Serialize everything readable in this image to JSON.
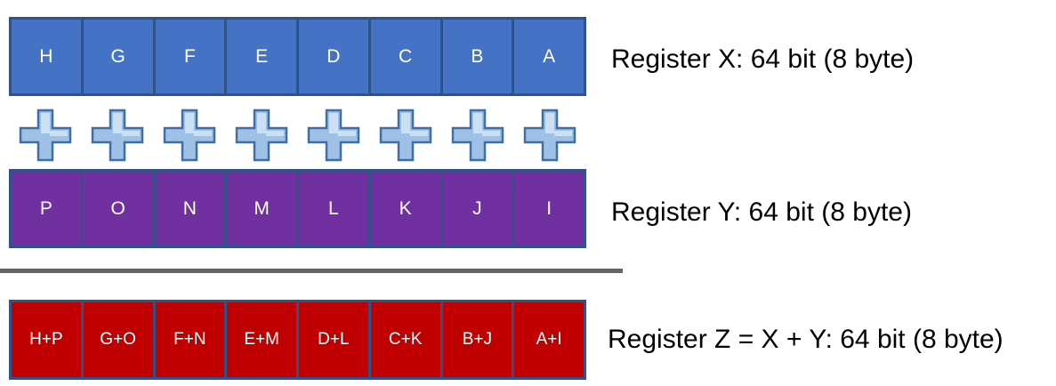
{
  "register_x": {
    "cells": [
      "H",
      "G",
      "F",
      "E",
      "D",
      "C",
      "B",
      "A"
    ],
    "label": "Register X: 64 bit (8 byte)",
    "color": "#4472c4"
  },
  "operators": {
    "icon": "plus-icon",
    "count": 8
  },
  "register_y": {
    "cells": [
      "P",
      "O",
      "N",
      "M",
      "L",
      "K",
      "J",
      "I"
    ],
    "label": "Register Y: 64 bit (8 byte)",
    "color": "#7030a0"
  },
  "register_z": {
    "cells": [
      "H+P",
      "G+O",
      "F+N",
      "E+M",
      "D+L",
      "C+K",
      "B+J",
      "A+I"
    ],
    "label": "Register Z = X + Y: 64 bit (8 byte)",
    "color": "#c00000"
  }
}
